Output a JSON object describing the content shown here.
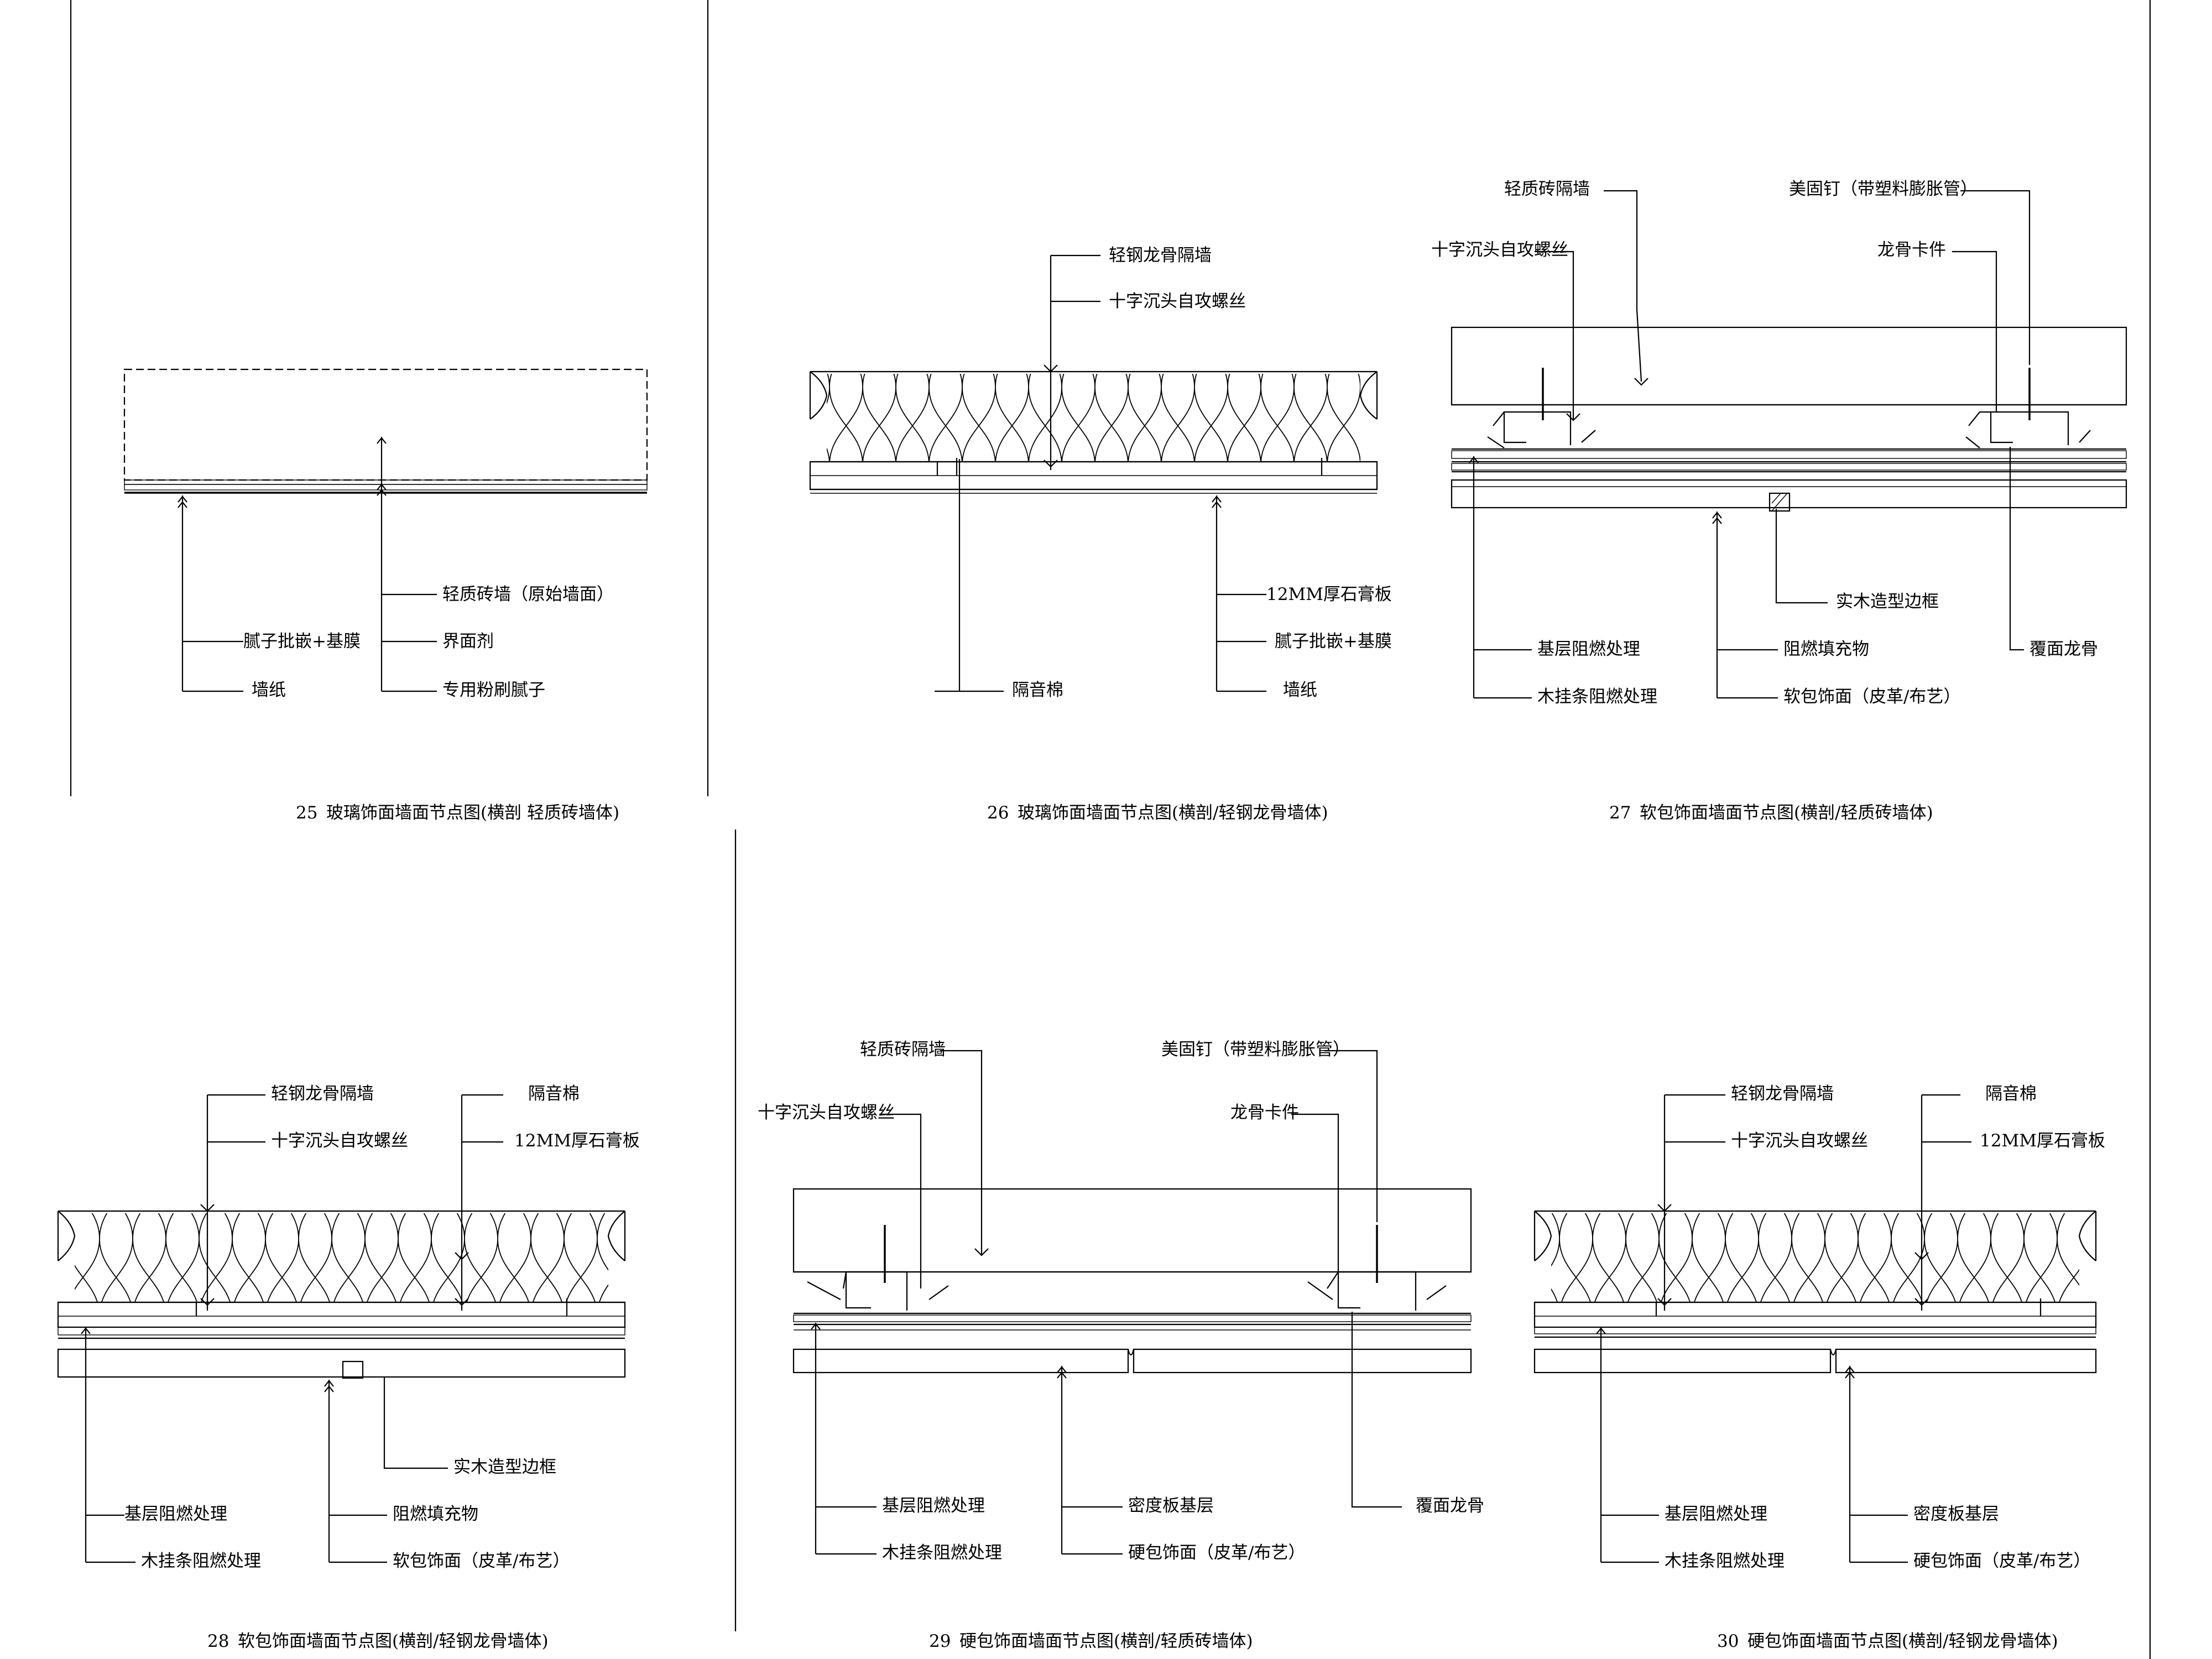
{
  "details": [
    {
      "number": "25",
      "caption": "玻璃饰面墙面节点图(横剖 轻质砖墙体)",
      "labels": [
        "轻质砖墙（原始墙面）",
        "腻子批嵌+基膜",
        "界面剂",
        "墙纸",
        "专用粉刷腻子"
      ]
    },
    {
      "number": "26",
      "caption": "玻璃饰面墙面节点图(横剖/轻钢龙骨墙体)",
      "labels": [
        "轻钢龙骨隔墙",
        "十字沉头自攻螺丝",
        "12MM厚石膏板",
        "腻子批嵌+基膜",
        "隔音棉",
        "墙纸"
      ]
    },
    {
      "number": "27",
      "caption": "软包饰面墙面节点图(横剖/轻质砖墙体)",
      "labels": [
        "轻质砖隔墙",
        "美固钉（带塑料膨胀管）",
        "十字沉头自攻螺丝",
        "龙骨卡件",
        "实木造型边框",
        "基层阻燃处理",
        "阻燃填充物",
        "覆面龙骨",
        "木挂条阻燃处理",
        "软包饰面（皮革/布艺）"
      ]
    },
    {
      "number": "28",
      "caption": "软包饰面墙面节点图(横剖/轻钢龙骨墙体)",
      "labels": [
        "轻钢龙骨隔墙",
        "隔音棉",
        "十字沉头自攻螺丝",
        "12MM厚石膏板",
        "实木造型边框",
        "基层阻燃处理",
        "阻燃填充物",
        "木挂条阻燃处理",
        "软包饰面（皮革/布艺）"
      ]
    },
    {
      "number": "29",
      "caption": "硬包饰面墙面节点图(横剖/轻质砖墙体)",
      "labels": [
        "轻质砖隔墙",
        "美固钉（带塑料膨胀管）",
        "十字沉头自攻螺丝",
        "龙骨卡件",
        "基层阻燃处理",
        "密度板基层",
        "覆面龙骨",
        "木挂条阻燃处理",
        "硬包饰面（皮革/布艺）"
      ]
    },
    {
      "number": "30",
      "caption": "硬包饰面墙面节点图(横剖/轻钢龙骨墙体)",
      "labels": [
        "轻钢龙骨隔墙",
        "隔音棉",
        "十字沉头自攻螺丝",
        "12MM厚石膏板",
        "基层阻燃处理",
        "密度板基层",
        "木挂条阻燃处理",
        "硬包饰面（皮革/布艺）"
      ]
    }
  ]
}
